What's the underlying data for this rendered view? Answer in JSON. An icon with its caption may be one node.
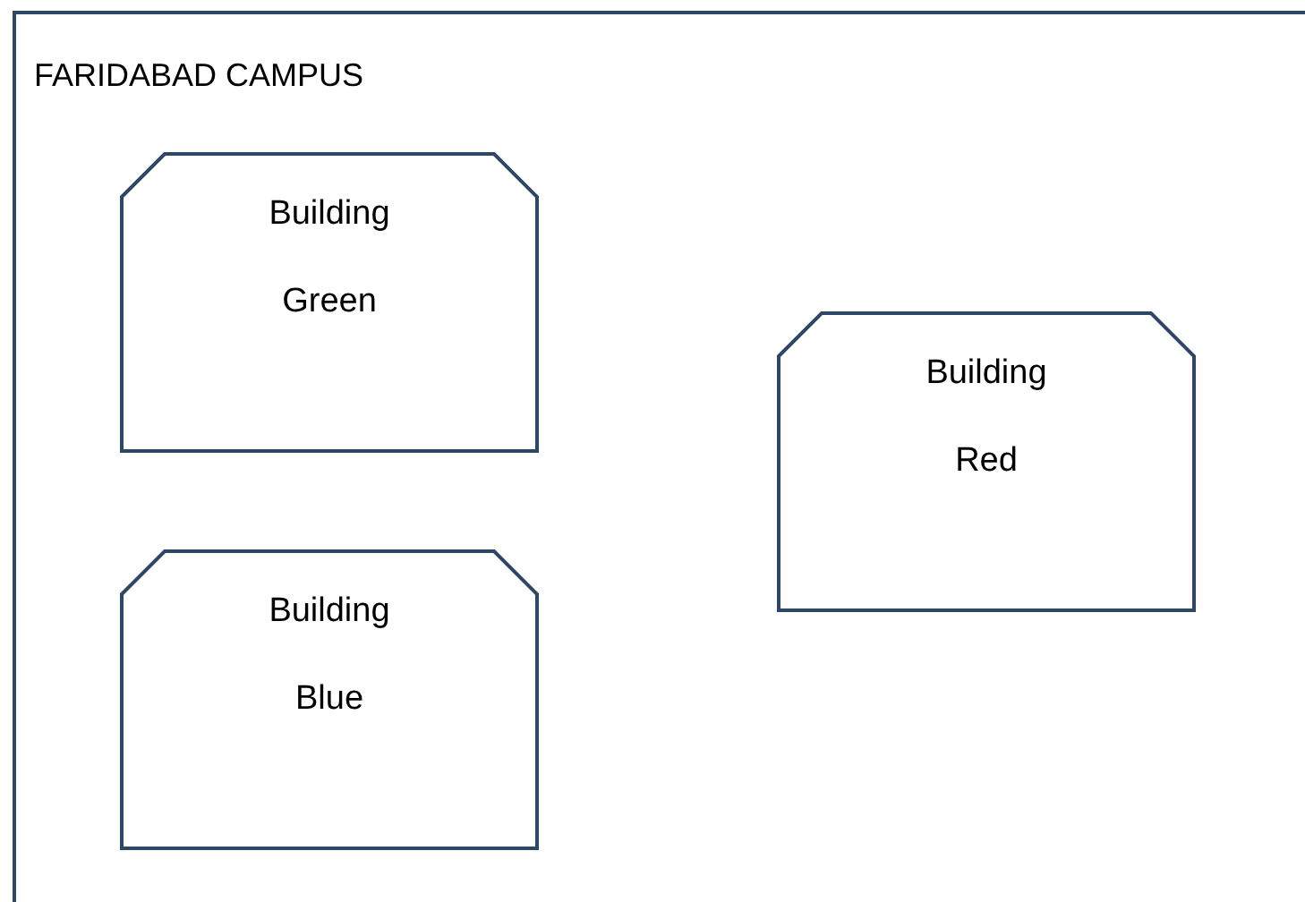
{
  "diagram": {
    "nodes": [
      {
        "text": [
          "FARIDABAD CAMPUS"
        ]
      },
      {
        "text": [
          "Building",
          "Green"
        ],
        "in": 0
      },
      {
        "text": [
          "Building",
          "Red"
        ],
        "in": 0
      },
      {
        "text": [
          "Building",
          "Blue"
        ],
        "in": 0
      }
    ],
    "edges": []
  }
}
